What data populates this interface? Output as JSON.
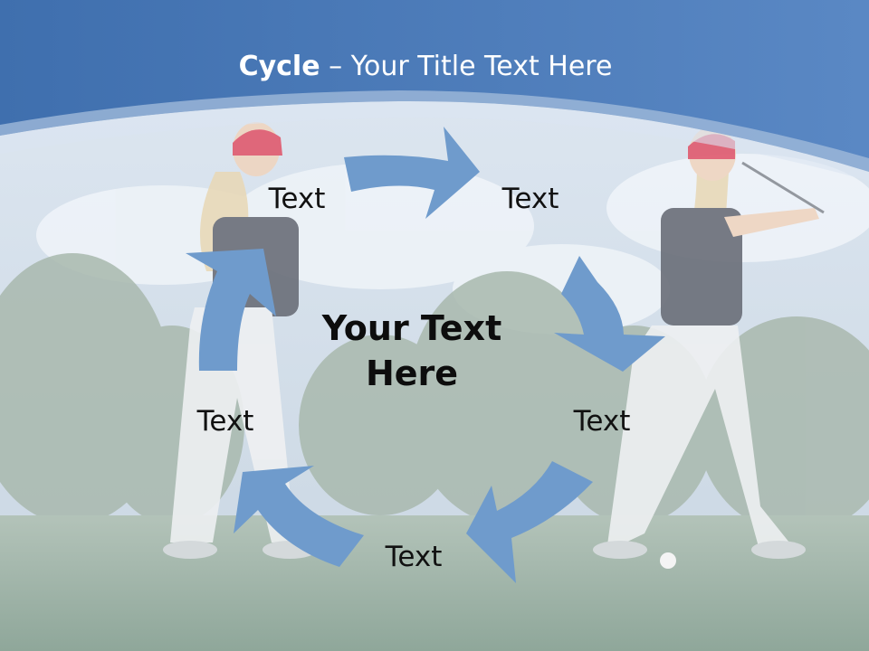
{
  "slide": {
    "title_bold": "Cycle",
    "title_rest": " – Your Title Text Here",
    "center_text_line1": "Your Text",
    "center_text_line2": "Here",
    "labels": [
      "Text",
      "Text",
      "Text",
      "Text",
      "Text"
    ],
    "colors": {
      "header_blue": "#4a78b4",
      "arrow_blue": "#6f9bcc",
      "sky": "#cfdcea",
      "grass": "#9fb3a8"
    },
    "icons": [
      "golfer-left-image",
      "golfer-right-image",
      "golf-ball-icon"
    ]
  }
}
